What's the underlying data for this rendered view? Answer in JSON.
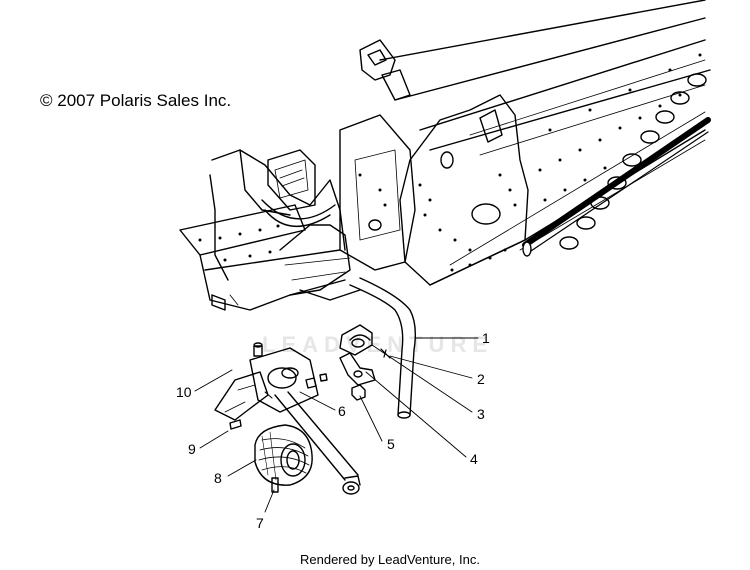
{
  "copyright": "© 2007 Polaris Sales Inc.",
  "watermark": "LEADVENTURE",
  "footer": "Rendered by LeadVenture, Inc.",
  "callouts": [
    "1",
    "2",
    "3",
    "4",
    "5",
    "6",
    "7",
    "8",
    "9",
    "10"
  ]
}
